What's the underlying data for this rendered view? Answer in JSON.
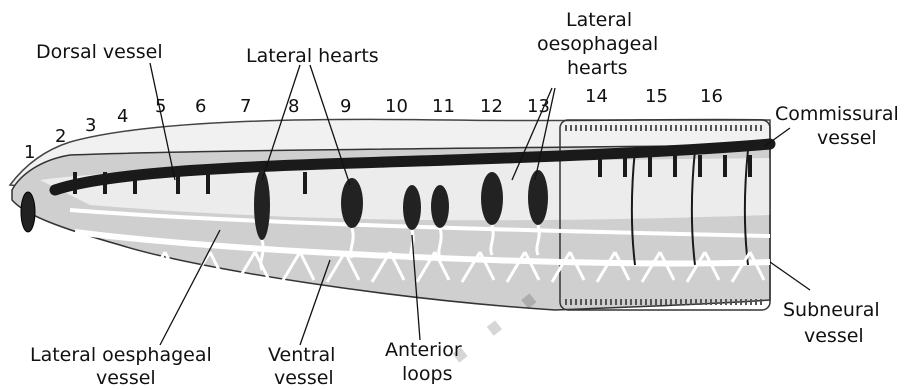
{
  "labels": {
    "dorsal_vessel": "Dorsal vessel",
    "lateral_hearts": "Lateral hearts",
    "lateral_oesophageal_hearts_1": "Lateral",
    "lateral_oesophageal_hearts_2": "oesophageal",
    "lateral_oesophageal_hearts_3": "hearts",
    "commissural_vessel_1": "Commissural",
    "commissural_vessel_2": "vessel",
    "subneural_vessel_1": "Subneural",
    "subneural_vessel_2": "vessel",
    "anterior_loops_1": "Anterior",
    "anterior_loops_2": "loops",
    "ventral_vessel_1": "Ventral",
    "ventral_vessel_2": "vessel",
    "lateral_oesphageal_vessel_1": "Lateral oesphageal",
    "lateral_oesphageal_vessel_2": "vessel"
  },
  "segments": [
    "1",
    "2",
    "3",
    "4",
    "5",
    "6",
    "7",
    "8",
    "9",
    "10",
    "11",
    "12",
    "13",
    "14",
    "15",
    "16"
  ],
  "colors": {
    "body_fill": "#f4f4f4",
    "body_dark": "#c8c8c8",
    "vessel": "#1a1a1a",
    "outline": "#333333"
  }
}
